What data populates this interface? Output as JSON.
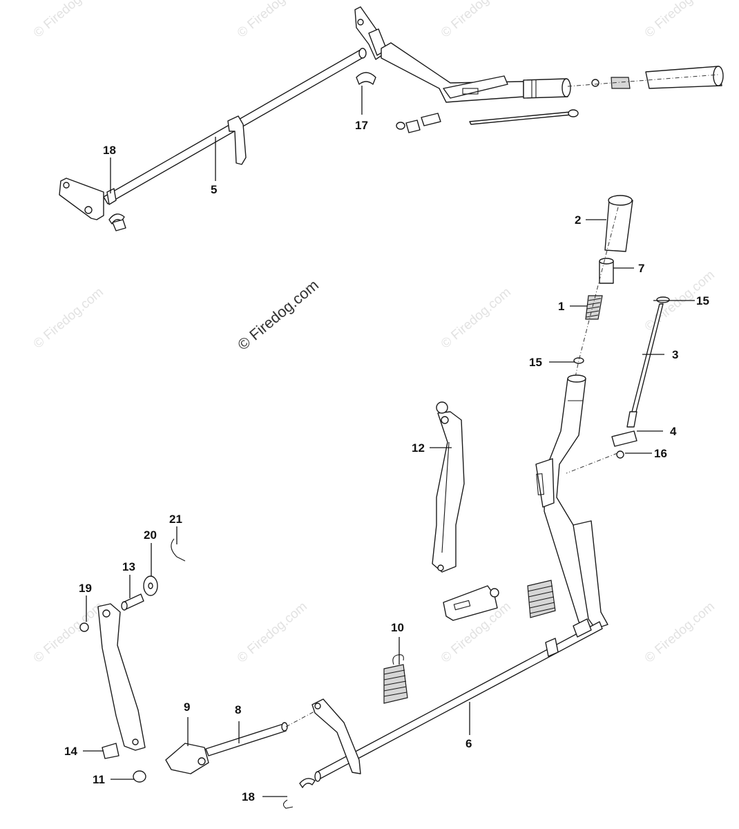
{
  "watermark": {
    "center_text": "© Firedog.com",
    "tile_text": "© Firedog.com"
  },
  "callouts": {
    "c1": "1",
    "c2": "2",
    "c3": "3",
    "c4": "4",
    "c5": "5",
    "c6": "6",
    "c7": "7",
    "c8": "8",
    "c9": "9",
    "c10": "10",
    "c11": "11",
    "c12": "12",
    "c13": "13",
    "c14": "14",
    "c15a": "15",
    "c15b": "15",
    "c16": "16",
    "c17": "17",
    "c18a": "18",
    "c18b": "18",
    "c19": "19",
    "c20": "20",
    "c21": "21"
  }
}
